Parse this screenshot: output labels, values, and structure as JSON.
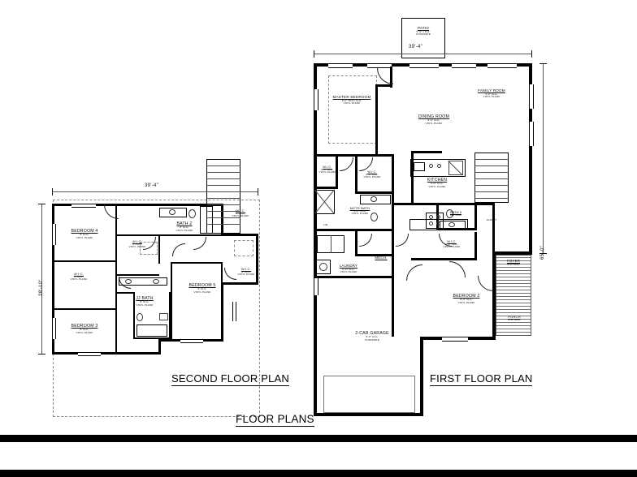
{
  "sheet": {
    "main_title": "FLOOR PLANS",
    "plan_titles": {
      "second": "SECOND FLOOR PLAN",
      "first": "FIRST FLOOR PLAN"
    }
  },
  "dimensions": {
    "second_width": "39'-4\"",
    "second_height": "28'-10\"",
    "first_width": "39'-4\"",
    "first_height": "65'-0\""
  },
  "first_floor": {
    "rooms": [
      {
        "name": "PATIO",
        "note1": "9'-6\" x 8'-8\"",
        "note2": "CONCRETE"
      },
      {
        "name": "MASTER BEDROOM",
        "note1": "9'-0\" TRAY CLG.",
        "note2": "VINYL PLANK"
      },
      {
        "name": "DINING ROOM",
        "note1": "9'-0\" CLG.",
        "note2": "VINYL PLANK"
      },
      {
        "name": "FAMILY ROOM",
        "note1": "9'-0\" CLG.",
        "note2": "VINYL PLANK"
      },
      {
        "name": "KITCHEN",
        "note1": "9'-0\" CLG.",
        "note2": "VINYL PLANK"
      },
      {
        "name": "MSTR BATH",
        "note1": "9'-0\" CLG.",
        "note2": "VINYL PLANK"
      },
      {
        "name": "LAUNDRY",
        "note1": "9'-0\" CLG.",
        "note2": "VINYL PLANK"
      },
      {
        "name": "MECH.",
        "note1": "",
        "note2": ""
      },
      {
        "name": "BEDROOM 2",
        "note1": "9'-0\" CLG.",
        "note2": "VINYL PLANK"
      },
      {
        "name": "FOYER",
        "note1": "9'-0\" CLG.",
        "note2": ""
      },
      {
        "name": "PORCH",
        "note1": "9'-0\" CLG.",
        "note2": ""
      },
      {
        "name": "2-CAR GARAGE",
        "note1": "9'-0\" CLG.",
        "note2": "CONCRETE"
      }
    ],
    "closets": [
      {
        "name": "W.I.C.",
        "note1": "9'-0\" CLG.",
        "note2": "VINYL PLANK"
      },
      {
        "name": "W.I.C.",
        "note1": "9'-0\" CLG.",
        "note2": "VINYL PLANK"
      },
      {
        "name": "W.I.C.",
        "note1": "9'-0\" CLG.",
        "note2": "VINYL PLANK"
      },
      {
        "name": "CLOSET",
        "note1": "",
        "note2": ""
      },
      {
        "name": "LIN.",
        "note1": "",
        "note2": ""
      },
      {
        "name": "BATH 3",
        "note1": "9'-0\" CLG.",
        "note2": ""
      }
    ]
  },
  "second_floor": {
    "rooms": [
      {
        "name": "BEDROOM 4",
        "note1": "8' CLG.",
        "note2": "VINYL PLANK"
      },
      {
        "name": "BEDROOM 3",
        "note1": "8' CLG.",
        "note2": "VINYL PLANK"
      },
      {
        "name": "BEDROOM 5",
        "note1": "8' CLG.",
        "note2": "VINYL PLANK"
      },
      {
        "name": "BATH 2",
        "note1": "8' CLG.",
        "note2": "VINYL PLANK"
      },
      {
        "name": "JJ BATH",
        "note1": "8' CLG.",
        "note2": "VINYL PLANK"
      }
    ],
    "closets": [
      {
        "name": "W.I.C.",
        "note1": "8' CLG.",
        "note2": "VINYL PLANK"
      },
      {
        "name": "W.I.C.",
        "note1": "8' CLG.",
        "note2": "VINYL PLANK"
      },
      {
        "name": "W.I.C.",
        "note1": "8' CLG.",
        "note2": "VINYL PLANK"
      },
      {
        "name": "W.I.C.",
        "note1": "8' CLG.",
        "note2": "VINYL PLANK"
      }
    ]
  },
  "colors": {
    "ink": "#000000",
    "paper": "#ffffff",
    "dim_line": "#555555",
    "dashed": "#8a8a8a"
  }
}
